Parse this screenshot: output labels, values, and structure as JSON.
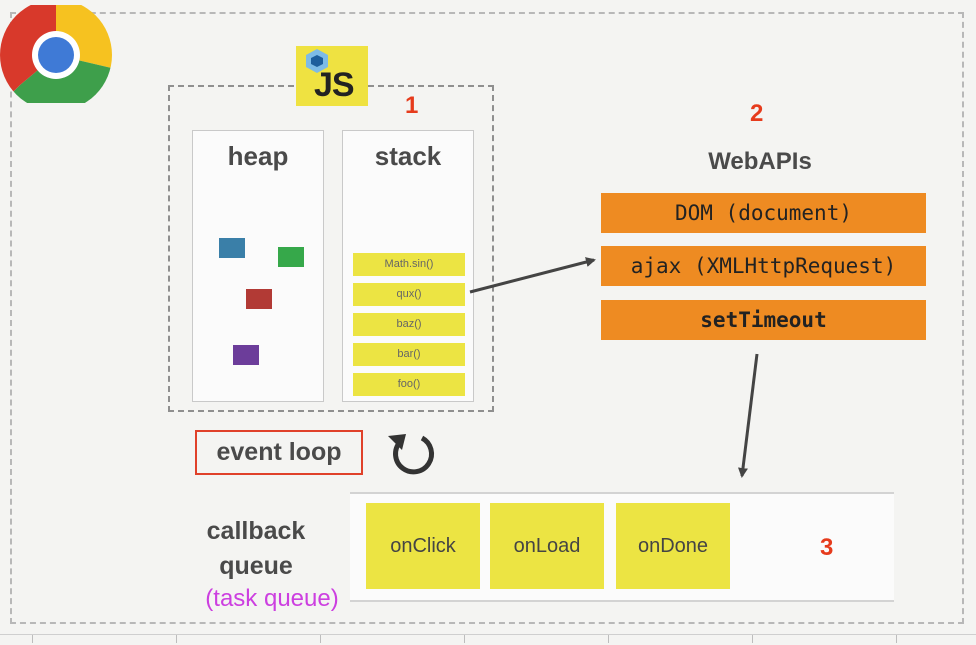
{
  "js_engine": {
    "logo_text": "JS",
    "number": "1",
    "heap": {
      "title": "heap"
    },
    "stack": {
      "title": "stack",
      "frames": [
        "Math.sin()",
        "qux()",
        "baz()",
        "bar()",
        "foo()"
      ]
    }
  },
  "web_apis": {
    "number": "2",
    "title": "WebAPIs",
    "items": [
      "DOM (document)",
      "ajax (XMLHttpRequest)",
      "setTimeout"
    ]
  },
  "event_loop": {
    "label": "event loop"
  },
  "callback_queue": {
    "number": "3",
    "title_line1": "callback",
    "title_line2": "queue",
    "subtitle": "(task queue)",
    "items": [
      "onClick",
      "onLoad",
      "onDone"
    ]
  },
  "colors": {
    "number_red": "#e63b1c",
    "api_orange": "#ee8b22",
    "queue_yellow": "#ece443",
    "task_queue_purple": "#cc3fe0"
  },
  "icons": [
    "chrome-logo-icon",
    "webpack-style-icon",
    "loop-arrow-icon",
    "arrow-icon"
  ]
}
